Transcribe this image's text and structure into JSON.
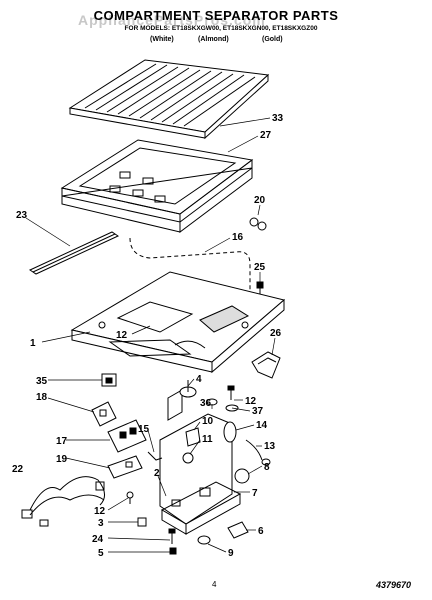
{
  "watermark": "AppliancePartsPros.com",
  "title": "COMPARTMENT SEPARATOR PARTS",
  "models_line": "FOR MODELS: ET18SKXGW00, ET18SKXGN00, ET18SKXGZ00",
  "finishes": [
    "(White)",
    "(Almond)",
    "(Gold)"
  ],
  "page_number": "4",
  "document_number": "4379670",
  "callouts": [
    {
      "id": "33",
      "text": "33"
    },
    {
      "id": "27",
      "text": "27"
    },
    {
      "id": "23",
      "text": "23"
    },
    {
      "id": "20",
      "text": "20"
    },
    {
      "id": "16",
      "text": "16"
    },
    {
      "id": "25",
      "text": "25"
    },
    {
      "id": "1",
      "text": "1"
    },
    {
      "id": "12a",
      "text": "12"
    },
    {
      "id": "26",
      "text": "26"
    },
    {
      "id": "35",
      "text": "35"
    },
    {
      "id": "4",
      "text": "4"
    },
    {
      "id": "12b",
      "text": "12"
    },
    {
      "id": "18",
      "text": "18"
    },
    {
      "id": "36",
      "text": "36"
    },
    {
      "id": "37",
      "text": "37"
    },
    {
      "id": "10",
      "text": "10"
    },
    {
      "id": "14",
      "text": "14"
    },
    {
      "id": "17",
      "text": "17"
    },
    {
      "id": "15",
      "text": "15"
    },
    {
      "id": "11",
      "text": "11"
    },
    {
      "id": "13",
      "text": "13"
    },
    {
      "id": "19",
      "text": "19"
    },
    {
      "id": "8",
      "text": "8"
    },
    {
      "id": "22",
      "text": "22"
    },
    {
      "id": "7",
      "text": "7"
    },
    {
      "id": "2",
      "text": "2"
    },
    {
      "id": "12c",
      "text": "12"
    },
    {
      "id": "3",
      "text": "3"
    },
    {
      "id": "6",
      "text": "6"
    },
    {
      "id": "24",
      "text": "24"
    },
    {
      "id": "5",
      "text": "5"
    },
    {
      "id": "9",
      "text": "9"
    }
  ]
}
